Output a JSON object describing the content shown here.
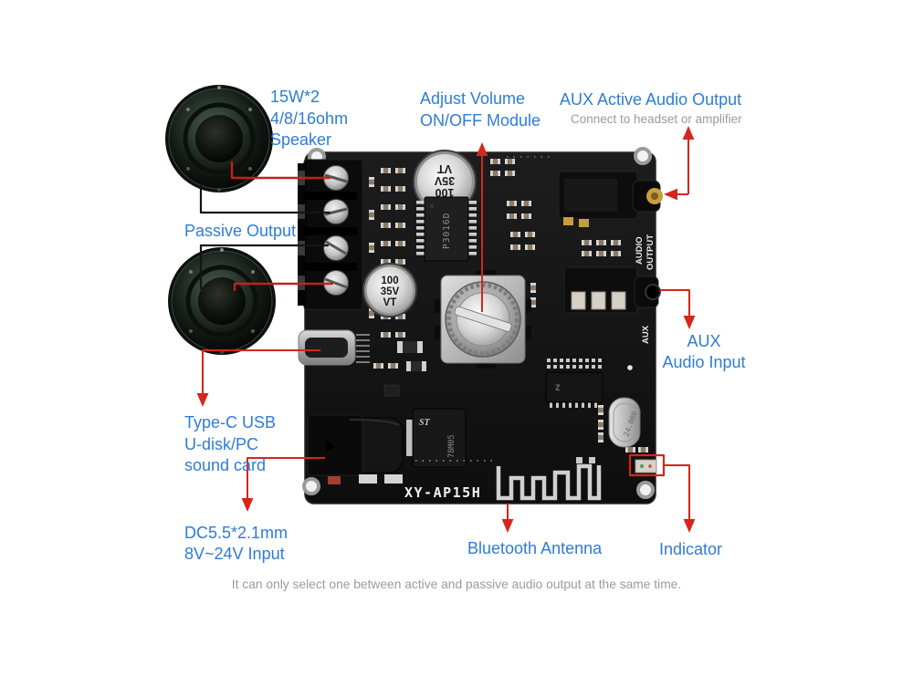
{
  "caption": "It can only select one between active and passive audio output at the same time.",
  "colors": {
    "label_blue": "#2e7cd6",
    "annotation_red": "#d6251c",
    "subtitle_gray": "#9a9a9a",
    "wire_red": "#c1221b",
    "wire_black": "#151515",
    "pcb_black": "#141414"
  },
  "labels": {
    "speaker_spec": {
      "l1": "15W*2",
      "l2": "4/8/16ohm",
      "l3": "Speaker"
    },
    "adjust_volume": {
      "l1": "Adjust Volume",
      "l2": "ON/OFF Module"
    },
    "aux_active_output": {
      "title": "AUX Active Audio Output",
      "subtitle": "Connect to headset or amplifier"
    },
    "passive_output": "Passive Output",
    "aux_audio_input": {
      "l1": "AUX",
      "l2": "Audio Input"
    },
    "type_c_usb": {
      "l1": "Type-C USB",
      "l2": "U-disk/PC",
      "l3": "sound card"
    },
    "dc_input": {
      "l1": "DC5.5*2.1mm",
      "l2": "8V~24V Input"
    },
    "bluetooth_antenna": "Bluetooth Antenna",
    "indicator": "Indicator"
  },
  "board": {
    "model": "XY-AP15H",
    "silkscreen": {
      "audio_output_l1": "AUDIO",
      "audio_output_l2": "OUTPUT",
      "aux": "AUX"
    },
    "capacitor": {
      "l1": "100",
      "l2": "35V",
      "l3": "VT"
    },
    "amplifier_ic": "P3016D",
    "regulator_logo": "ST",
    "regulator": "78M05",
    "crystal": "24.000"
  }
}
